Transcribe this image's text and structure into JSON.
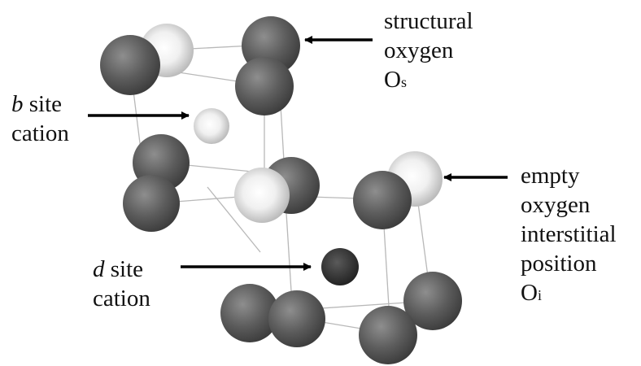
{
  "labels": {
    "structural": {
      "line1": "structural",
      "line2": "oxygen",
      "line3_main": "O",
      "line3_sub": "s"
    },
    "b_site": {
      "letter": "b",
      "rest": " site",
      "line2": "cation"
    },
    "empty": {
      "line1": "empty",
      "line2": "oxygen",
      "line3": "interstitial",
      "line4": "position",
      "line5_main": "O",
      "line5_sub": "i"
    },
    "d_site": {
      "letter": "d",
      "rest": " site",
      "line2": "cation"
    }
  },
  "colors": {
    "structural_oxygen": "#5f5f5f",
    "empty_interstitial": "#e8e8e8",
    "b_site_cation": "#eeeeee",
    "d_site_cation": "#2f2f2f",
    "bond": "#b8b8b8",
    "arrow": "#000000",
    "text": "#111111"
  }
}
